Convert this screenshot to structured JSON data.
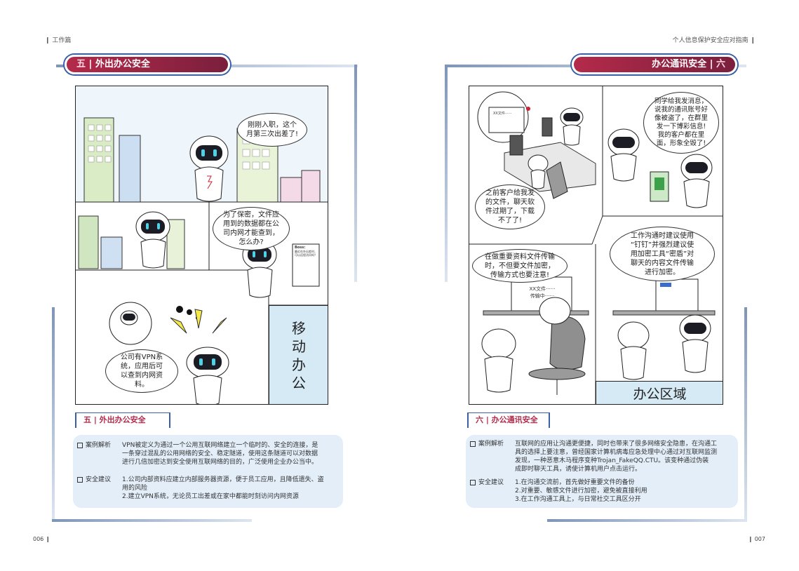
{
  "left": {
    "header": "工作篇",
    "page_number": "006",
    "banner": {
      "num": "五",
      "sep": "|",
      "title": "外出办公安全"
    },
    "comic": {
      "bubble1": [
        "刚刚入职，这个",
        "月第三次出差了!"
      ],
      "bubble2": [
        "为了保密，文件应",
        "用到的数据都在公",
        "司内网才能查到，",
        "怎么办?"
      ],
      "bubble3": [
        "公司有VPN系",
        "统，应用后可",
        "以查到内网资",
        "料。"
      ],
      "board_title": "Boss:",
      "board_text": "最近在外出差时，可以远程访问吗？",
      "label": [
        "移",
        "动",
        "办",
        "公"
      ]
    },
    "section_tag": "五 | 外出办公安全",
    "case_key": "案例解析",
    "case_lines": [
      "VPN被定义为通过一个公用互联网络建立一个临时的、安全的连接，是",
      "一条穿过混乱的公用网络的安全、稳定隧道，使用这条隧道可以对数据",
      "进行几倍加密达到安全使用互联网络的目的，广泛使用企业办公当中。"
    ],
    "advice_key": "安全建议",
    "advice_lines": [
      "1.公司内部资料应建立内部服务器资源，便于员工应用，且降低遗失、盗",
      "用的风险",
      "2.建立VPN系统，无论员工出差或在家中都能时刻访问内网资源"
    ]
  },
  "right": {
    "header": "个人信息保护安全应对指南",
    "page_number": "007",
    "banner": {
      "title": "办公通讯安全",
      "sep": "|",
      "num": "六"
    },
    "comic": {
      "bubble1": [
        "同学给我发消息，",
        "说我的通讯账号好",
        "像被盗了，在群里",
        "发一下博彩信息!",
        "我的客户都在里",
        "面，形象全毁了!"
      ],
      "bubble2": [
        "之前客户给我发",
        "的文件，聊天软",
        "件过期了，下载",
        "不了了!"
      ],
      "bubble3": [
        "工作沟通时建议使用",
        "“钉钉”并强烈建议使",
        "用加密工具“密盾”对",
        "聊天的内容文件传输",
        "进行加密。"
      ],
      "bubble4": [
        "在做重要资料文件传输",
        "时，不但要文件加密，",
        "传输方式也要注意!"
      ],
      "monitor_text": "XX文件······",
      "monitor_sub": "传输中······",
      "label": "办公区域"
    },
    "section_tag": "六 | 办公通讯安全",
    "case_key": "案例解析",
    "case_lines": [
      "互联网的应用让沟通更便捷，同时也带来了很多网络安全隐患，在沟通工",
      "具的选择上要注意，曾经国家计算机病毒应急处理中心通过对互联网监测",
      "发现，一种恶意木马程序变种Trojan_FakeQQ.CTU。该变种通过伪装",
      "成即时聊天工具，诱使计算机用户点击运行。"
    ],
    "advice_key": "安全建议",
    "advice_lines": [
      "1.在沟通交流前，首先做好重要文件的备份",
      "2.对重要、敏感文件进行加密，避免被直接利用",
      "3.在工作沟通工具上，与日常社交工具区分开"
    ]
  }
}
